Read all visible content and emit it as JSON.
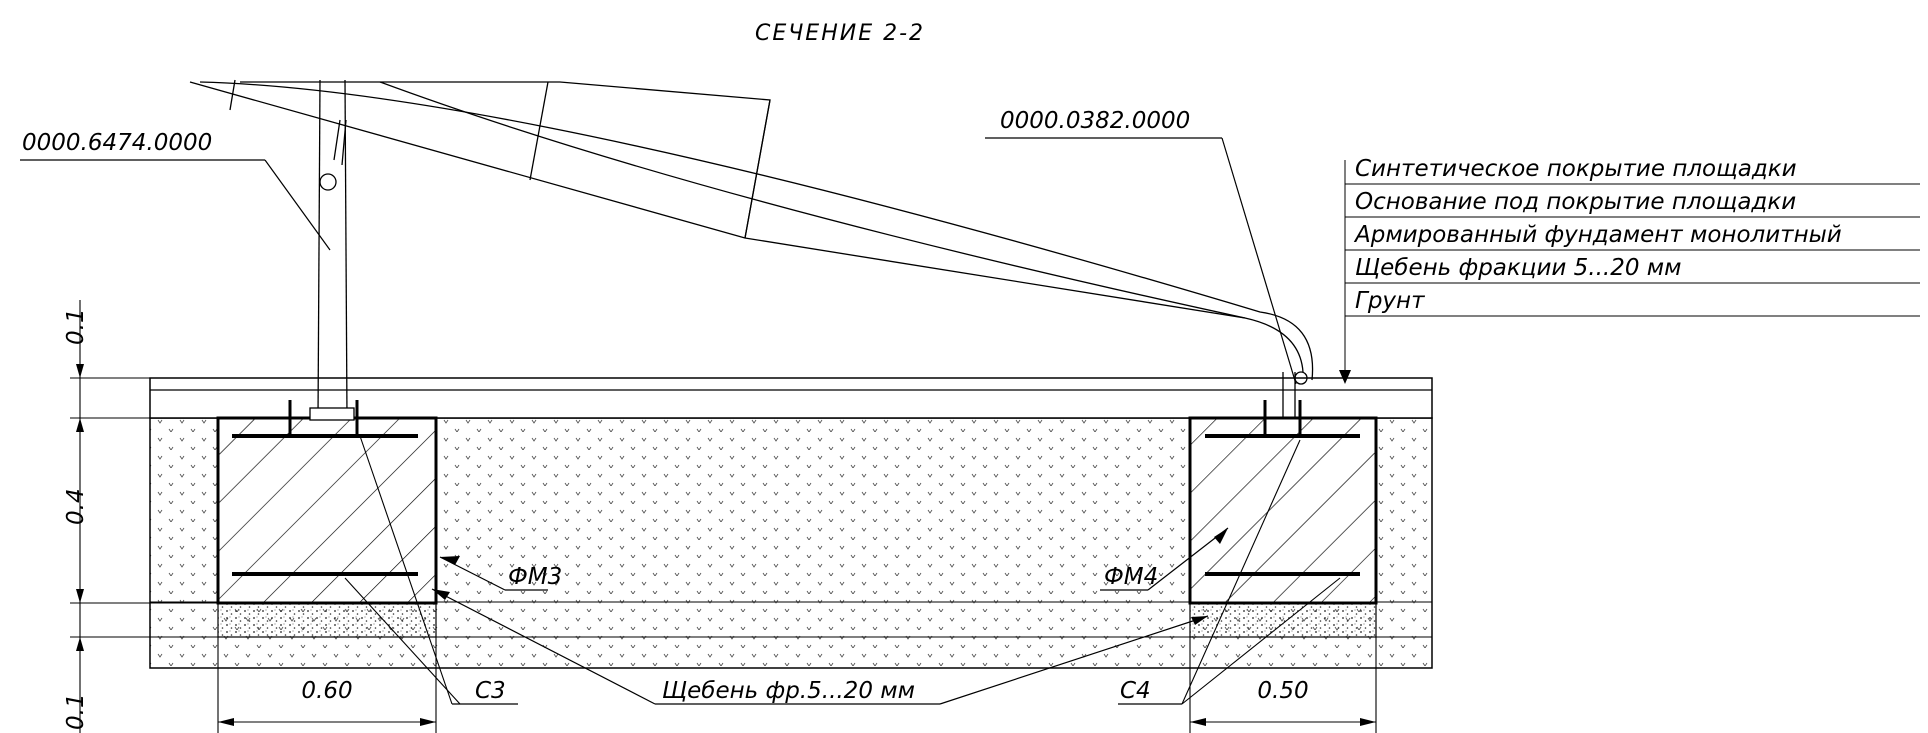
{
  "section_title": "СЕЧЕНИЕ 2-2",
  "callouts": {
    "left_part": "0000.6474.0000",
    "right_part": "0000.0382.0000",
    "fm3": "ФМ3",
    "fm4": "ФМ4",
    "c3": "С3",
    "c4": "С4",
    "gravel": "Щебень фр.5...20 мм"
  },
  "layers_legend": [
    "Синтетическое покрытие площадки",
    "Основание под покрытие площадки",
    "Армированный фундамент монолитный",
    "Щебень фракции 5...20 мм",
    "Грунт"
  ],
  "dimensions": {
    "top_layer": "0.1",
    "foundation_depth": "0.4",
    "bottom_layer": "0.1",
    "left_width": "0.60",
    "right_width": "0.50"
  }
}
